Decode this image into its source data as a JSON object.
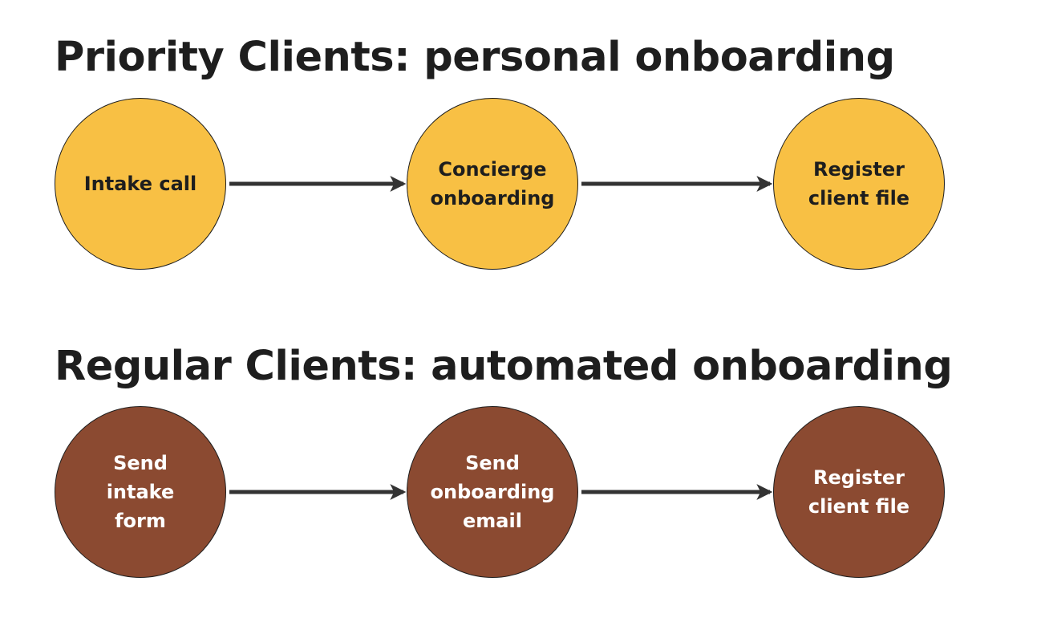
{
  "priority": {
    "title": "Priority Clients: personal onboarding",
    "fill_color": "#f8c044",
    "text_color": "#1e1e1e",
    "nodes": [
      {
        "label": "Intake call"
      },
      {
        "label": "Concierge\nonboarding"
      },
      {
        "label": "Register\nclient file"
      }
    ]
  },
  "regular": {
    "title": "Regular Clients: automated onboarding",
    "fill_color": "#8b4a31",
    "text_color": "#ffffff",
    "nodes": [
      {
        "label": "Send\nintake\nform"
      },
      {
        "label": "Send\nonboarding\nemail"
      },
      {
        "label": "Register\nclient file"
      }
    ]
  },
  "connector_color": "#333333"
}
